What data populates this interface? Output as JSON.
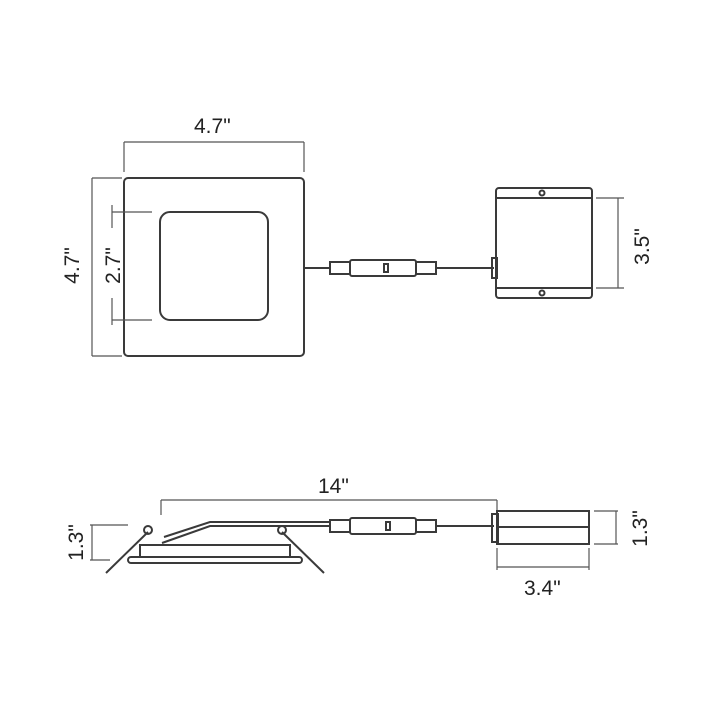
{
  "top_view": {
    "width_label": "4.7\"",
    "height_label": "4.7\"",
    "aperture_label": "2.7\"",
    "junction_box_height_label": "3.5\""
  },
  "side_view": {
    "cable_length_label": "14\"",
    "fixture_height_label": "1.3\"",
    "junction_box_height_label": "1.3\"",
    "junction_box_length_label": "3.4\""
  },
  "colors": {
    "line": "#3a3a3a",
    "dimension": "#555555",
    "background": "#ffffff"
  }
}
